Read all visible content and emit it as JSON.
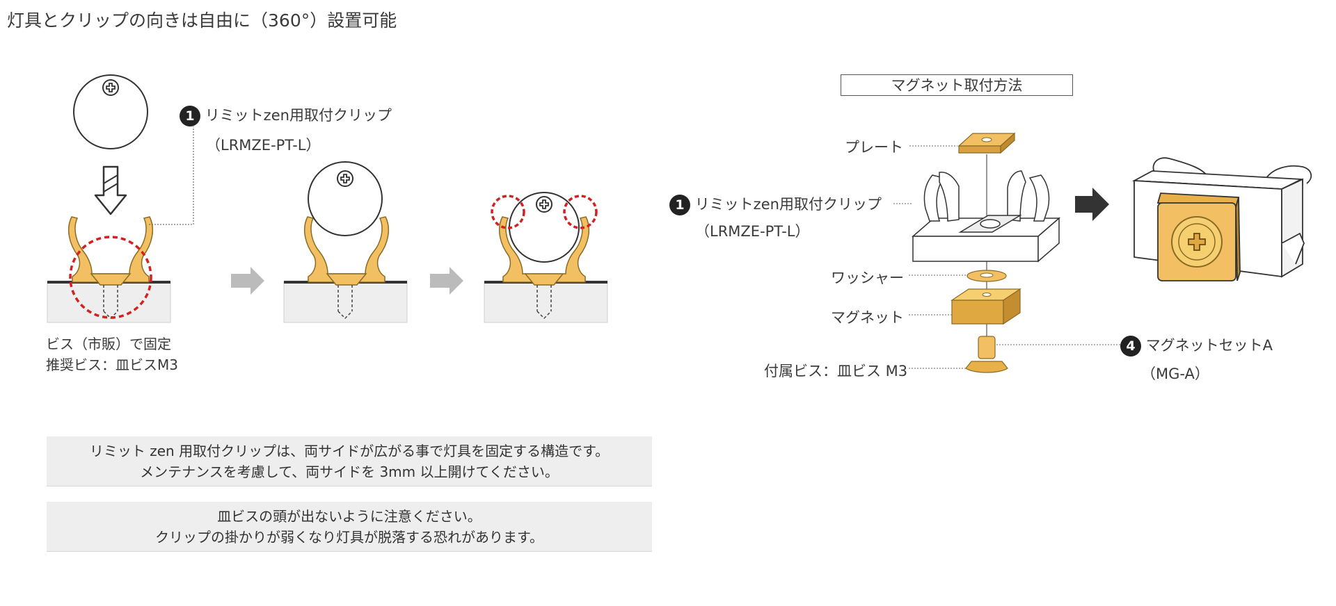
{
  "page_title": "灯具とクリップの向きは自由に（360°）設置可能",
  "left_section": {
    "callout_number": "1",
    "callout_name": "リミットzen用取付クリップ",
    "callout_code": "（LRMZE-PT-L）",
    "screw_label_line1": "ビス（市販）で固定",
    "screw_label_line2": "推奨ビス：皿ビスM3"
  },
  "magnet_section": {
    "title": "マグネット取付方法",
    "plate": "プレート",
    "clip_number": "1",
    "clip_name": "リミットzen用取付クリップ",
    "clip_code": "（LRMZE-PT-L）",
    "washer": "ワッシャー",
    "magnet": "マグネット",
    "screw": "付属ビス：皿ビス M3",
    "set_number": "4",
    "set_name": "マグネットセットA",
    "set_code": "（MG-A）"
  },
  "notes": [
    {
      "line1": "リミット zen 用取付クリップは、両サイドが広がる事で灯具を固定する構造です。",
      "line2": "メンテナンスを考慮して、両サイドを 3mm 以上開けてください。"
    },
    {
      "line1": "皿ビスの頭が出ないように注意ください。",
      "line2": "クリップの掛かりが弱くなり灯具が脱落する恐れがあります。"
    }
  ],
  "colors": {
    "clip": "#F2C063",
    "clip_dark": "#B88A2E",
    "magnet": "#F0C050",
    "highlight_circle": "#D42020",
    "arrow_gray": "#BBBBBB",
    "arrow_dark": "#333333",
    "surface": "#EEEEEE"
  },
  "icons": [
    "phillips-screw-icon",
    "down-arrow-icon",
    "right-arrow-icon"
  ]
}
